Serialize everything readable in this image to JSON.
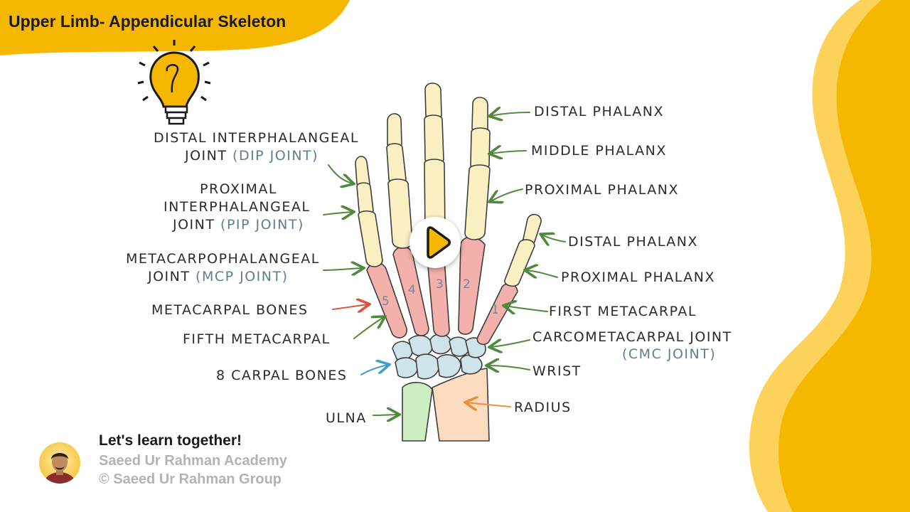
{
  "header": {
    "title": "Upper Limb- Appendicular Skeleton"
  },
  "labels": {
    "dip_joint_line1": "DISTAL INTERPHALANGEAL",
    "dip_joint_line2": "JOINT",
    "dip_joint_abbr": "(DIP JOINT)",
    "pip_joint_line1": "PROXIMAL",
    "pip_joint_line2": "INTERPHALANGEAL",
    "pip_joint_line3": "JOINT",
    "pip_joint_abbr": "(PIP JOINT)",
    "mcp_joint_line1": "METACARPOPHALANGEAL",
    "mcp_joint_line2": "JOINT",
    "mcp_joint_abbr": "(MCP JOINT)",
    "metacarpal_bones": "METACARPAL BONES",
    "fifth_metacarpal": "FIFTH METACARPAL",
    "carpal_bones": "8 CARPAL BONES",
    "ulna": "ULNA",
    "distal_phalanx": "DISTAL PHALANX",
    "middle_phalanx": "MIDDLE PHALANX",
    "proximal_phalanx": "PROXIMAL PHALANX",
    "thumb_distal_phalanx": "DISTAL PHALANX",
    "thumb_proximal_phalanx": "PROXIMAL PHALANX",
    "first_metacarpal": "FIRST METACARPAL",
    "cmc_joint": "CARCOMETACARPAL JOINT",
    "cmc_joint_abbr": "(CMC JOINT)",
    "wrist": "WRIST",
    "radius": "RADIUS"
  },
  "metacarpal_numbers": [
    "5",
    "4",
    "3",
    "2",
    "1"
  ],
  "footer": {
    "tagline": "Let's learn together!",
    "academy": "Saeed Ur Rahman Academy",
    "copyright": "© Saeed Ur Rahman Group"
  },
  "colors": {
    "accent": "#f5b700",
    "accent_light": "#fcd25a",
    "bone": "#fbf0c2",
    "metacarpal": "#f4b1ab",
    "carpal": "#cfe3ea",
    "ulna": "#cdeec0",
    "radius": "#fbdcc0",
    "arrow": "#4f8a3c",
    "arrow_red": "#d9543a",
    "arrow_blue": "#3aa0c8",
    "arrow_orange": "#e8913a"
  },
  "icons": {
    "idea": "lightbulb-icon",
    "play": "play-icon"
  }
}
